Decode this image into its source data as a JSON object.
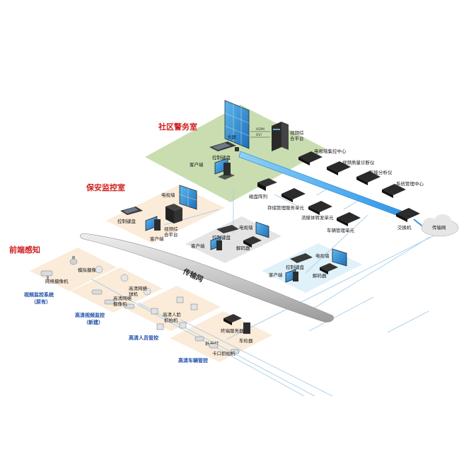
{
  "zones": {
    "police_room": "社区警务室",
    "security_room": "保安监控室",
    "frontend": "前端感知"
  },
  "network": "传输网",
  "cloud": "传输网",
  "police": {
    "screen": "大屏",
    "hdmi": "HDMI",
    "dvi": "DVI",
    "platform_1": "视频综",
    "platform_2": "合平台",
    "keyboard": "控制键盘",
    "client": "客户端"
  },
  "center": {
    "tvwall_ctrl": "电视墙集控中心",
    "quality": "视频质量诊断仪",
    "analyzer": "智能分析仪",
    "system_mgmt": "系统管理中心",
    "disk_array": "磁盘阵列",
    "storage": "存储管理服务单元",
    "stream": "流媒体转发单元",
    "vehicle_mgmt": "车辆管理单元",
    "switch": "交换机"
  },
  "security": {
    "tvwall": "电视墙",
    "platform_1": "视频综",
    "platform_2": "合平台",
    "keyboard": "控制键盘",
    "client": "客户端"
  },
  "mid": {
    "tvwall": "电视墙",
    "keyboard": "控制键盘",
    "client": "客户端",
    "decoder": "解码器"
  },
  "right": {
    "tvwall": "电视墙",
    "keyboard": "控制键盘",
    "client": "客户端",
    "decoder": "解码器"
  },
  "devices": {
    "analog_cam": "模拟摄像机",
    "net_cam": "网络摄像机",
    "hd_ball_1": "高清网络",
    "hd_ball_2": "球机",
    "hd_net_1": "高清网络",
    "hd_net_2": "摄像机",
    "face_1": "高清人脸",
    "face_2": "抓拍机",
    "terminal": "终端服务器",
    "vehicle_detector": "车检器",
    "flash": "补光灯",
    "gate_cam": "卡口抓拍机"
  },
  "groups": {
    "video_legacy_1": "视频监控系统",
    "video_legacy_2": "（原有）",
    "hd_video_1": "高清视频监控",
    "hd_video_2": "（新建）",
    "hd_person": "高清人员管控",
    "hd_vehicle": "高清车辆管控"
  },
  "colors": {
    "police_zone": "#c9ddb0",
    "security_zone": "#fbebd9",
    "blue_zone": "#dff1f9",
    "gray_zone": "#e4e4e4",
    "fiber": "#2f9bea",
    "zone_title": "#d02020",
    "group_title": "#1a4aa6",
    "line": "#9cc9e8"
  }
}
